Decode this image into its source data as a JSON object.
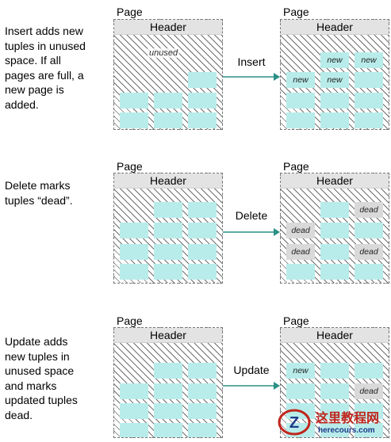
{
  "rows": [
    {
      "description": "Insert adds new\ntuples in unused\nspace. If all\npages are full, a\nnew page is\nadded.",
      "operation": "Insert",
      "before": {
        "label": "Page",
        "header": "Header",
        "unused_label": "unused",
        "cells": [
          {
            "text": "",
            "state": "live"
          },
          {
            "text": "",
            "state": "live"
          },
          {
            "text": "",
            "state": "live"
          },
          {
            "text": "",
            "state": "live"
          },
          {
            "text": "",
            "state": "live"
          },
          {
            "text": "",
            "state": "live"
          },
          {
            "text": "",
            "state": "live"
          }
        ]
      },
      "after": {
        "label": "Page",
        "header": "Header",
        "cells": [
          {
            "text": "new",
            "state": "live"
          },
          {
            "text": "new",
            "state": "live"
          },
          {
            "text": "new",
            "state": "live"
          },
          {
            "text": "new",
            "state": "live"
          },
          {
            "text": "",
            "state": "live"
          },
          {
            "text": "",
            "state": "live"
          },
          {
            "text": "",
            "state": "live"
          },
          {
            "text": "",
            "state": "live"
          },
          {
            "text": "",
            "state": "live"
          },
          {
            "text": "",
            "state": "live"
          },
          {
            "text": "",
            "state": "live"
          }
        ]
      }
    },
    {
      "description": "Delete marks\ntuples “dead”.",
      "operation": "Delete",
      "before": {
        "label": "Page",
        "header": "Header",
        "cells": [
          {
            "text": "",
            "state": "live"
          },
          {
            "text": "",
            "state": "live"
          },
          {
            "text": "",
            "state": "live"
          },
          {
            "text": "",
            "state": "live"
          },
          {
            "text": "",
            "state": "live"
          },
          {
            "text": "",
            "state": "live"
          },
          {
            "text": "",
            "state": "live"
          },
          {
            "text": "",
            "state": "live"
          },
          {
            "text": "",
            "state": "live"
          },
          {
            "text": "",
            "state": "live"
          },
          {
            "text": "",
            "state": "live"
          }
        ]
      },
      "after": {
        "label": "Page",
        "header": "Header",
        "cells": [
          {
            "text": "",
            "state": "live"
          },
          {
            "text": "dead",
            "state": "dead"
          },
          {
            "text": "dead",
            "state": "dead"
          },
          {
            "text": "",
            "state": "live"
          },
          {
            "text": "",
            "state": "live"
          },
          {
            "text": "dead",
            "state": "dead"
          },
          {
            "text": "",
            "state": "live"
          },
          {
            "text": "dead",
            "state": "dead"
          },
          {
            "text": "",
            "state": "live"
          },
          {
            "text": "",
            "state": "live"
          },
          {
            "text": "",
            "state": "live"
          }
        ]
      }
    },
    {
      "description": "Update adds\nnew tuples in\nunused space\nand marks\nupdated tuples\ndead.",
      "operation": "Update",
      "before": {
        "label": "Page",
        "header": "Header",
        "cells": [
          {
            "text": "",
            "state": "live"
          },
          {
            "text": "",
            "state": "live"
          },
          {
            "text": "",
            "state": "live"
          },
          {
            "text": "",
            "state": "live"
          },
          {
            "text": "",
            "state": "live"
          },
          {
            "text": "",
            "state": "live"
          },
          {
            "text": "",
            "state": "live"
          },
          {
            "text": "",
            "state": "live"
          },
          {
            "text": "",
            "state": "live"
          },
          {
            "text": "",
            "state": "live"
          },
          {
            "text": "",
            "state": "live"
          }
        ]
      },
      "after": {
        "label": "Page",
        "header": "Header",
        "cells": [
          {
            "text": "new",
            "state": "live"
          },
          {
            "text": "",
            "state": "live"
          },
          {
            "text": "",
            "state": "live"
          },
          {
            "text": "",
            "state": "live"
          },
          {
            "text": "",
            "state": "live"
          },
          {
            "text": "dead",
            "state": "dead"
          },
          {
            "text": "",
            "state": "live"
          },
          {
            "text": "",
            "state": "live"
          },
          {
            "text": "",
            "state": "live"
          },
          {
            "text": "",
            "state": "live"
          },
          {
            "text": "",
            "state": "live"
          },
          {
            "text": "",
            "state": "live"
          }
        ]
      }
    }
  ],
  "watermark": {
    "cn": "这里教程网",
    "en": "herecours.com"
  },
  "colors": {
    "live_tuple": "#b8ecea",
    "dead_tuple": "#d9d9d9",
    "header": "#e3e3e3",
    "arrow": "#2a8f86"
  }
}
